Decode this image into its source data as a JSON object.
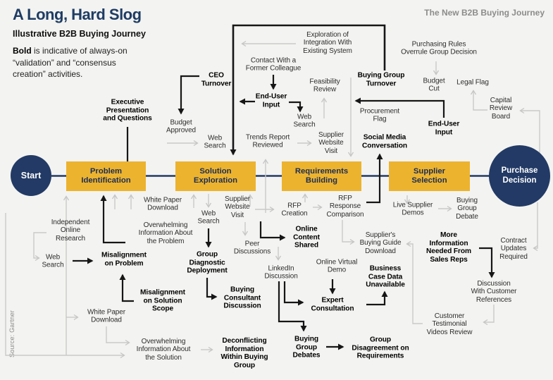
{
  "header": {
    "title": "A Long, Hard Slog",
    "tagline": "The New B2B Buying Journey",
    "subtitle": "Illustrative B2B Buying Journey",
    "note_bold": "Bold",
    "note_rest": " is indicative of always-on “validation” and “consensus creation” activities."
  },
  "source": "Source: Gartner",
  "colors": {
    "navy": "#223a65",
    "gold": "#ecb32f",
    "gray_line": "#c9c9c9",
    "black_line": "#161616",
    "gray_text": "#8c8c8c"
  },
  "timeline": {
    "start": "Start",
    "end": "Purchase\nDecision",
    "stages": [
      "Problem\nIdentification",
      "Solution\nExploration",
      "Requirements\nBuilding",
      "Supplier\nSelection"
    ]
  },
  "labels": {
    "exec_presentation": "Executive\nPresentation\nand Questions",
    "ceo_turnover": "CEO\nTurnover",
    "budget_approved": "Budget\nApproved",
    "contact_colleague": "Contact With a\nFormer Colleague",
    "end_user_left": "End-User\nInput",
    "feasibility": "Feasibility\nReview",
    "web_search_top": "Web\nSearch",
    "exploration": "Exploration of\nIntegration With\nExisting System",
    "purchasing_rules": "Purchasing Rules\nOverrule Group Decision",
    "budget_cut": "Budget\nCut",
    "legal_flag": "Legal Flag",
    "capital_review": "Capital\nReview\nBoard",
    "bg_turnover": "Buying Group\nTurnover",
    "procurement_flag": "Procurement\nFlag",
    "end_user_right": "End-User\nInput",
    "social_media": "Social Media\nConversation",
    "web_search_se": "Web\nSearch",
    "trends_report": "Trends Report\nReviewed",
    "supplier_website_rb": "Supplier\nWebsite\nVisit",
    "white_paper_pi": "White Paper\nDownload",
    "independent": "Independent\nOnline\nResearch",
    "web_search_left": "Web\nSearch",
    "mis_problem": "Misalignment\non Problem",
    "overwhelming_problem": "Overwhelming\nInformation About\nthe Problem",
    "mis_scope": "Misalignment\non Solution\nScope",
    "white_paper_lower": "White Paper\nDownload",
    "overwhelming_solution": "Overwhelming\nInformation About\nthe Solution",
    "supplier_website_se": "Supplier\nWebsite\nVisit",
    "web_search_mid": "Web\nSearch",
    "group_diagnostic": "Group\nDiagnostic\nDeployment",
    "peer_discussions": "Peer\nDiscussions",
    "buying_consultant": "Buying\nConsultant\nDiscussion",
    "online_content": "Online\nContent\nShared",
    "rfp_creation": "RFP\nCreation",
    "rfp_response": "RFP\nResponse\nComparison",
    "linkedin": "LinkedIn\nDiscussion",
    "online_virtual": "Online Virtual\nDemo",
    "expert": "Expert\nConsultation",
    "business_case": "Business\nCase Data\nUnavailable",
    "suppliers_guide": "Supplier's\nBuying Guide\nDownload",
    "live_supplier": "Live Supplier\nDemos",
    "bg_debate": "Buying\nGroup\nDebate",
    "more_info": "More\nInformation\nNeeded From\nSales Reps",
    "contract_updates": "Contract\nUpdates\nRequired",
    "discussion_customer": "Discussion\nWith Customer\nReferences",
    "customer_testimonial": "Customer\nTestimonial\nVideos Review",
    "bg_debates": "Buying\nGroup\nDebates",
    "group_disagreement": "Group\nDisagreement on\nRequirements",
    "deconflicting": "Deconflicting\nInformation\nWithin Buying\nGroup"
  }
}
